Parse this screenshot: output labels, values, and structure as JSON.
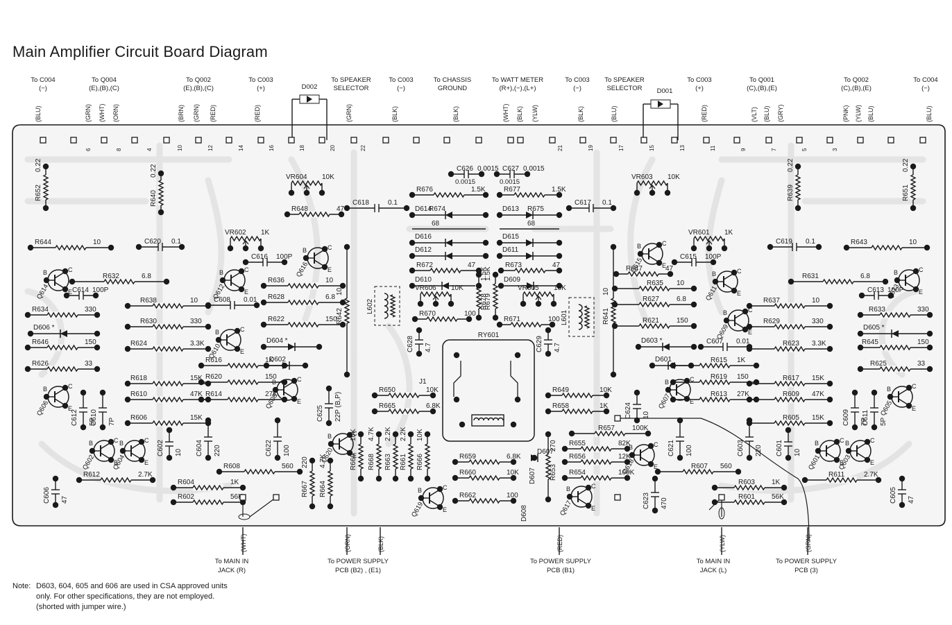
{
  "title": "Main Amplifier Circuit Board Diagram",
  "note": {
    "label": "Note:",
    "lines": [
      "D603, 604, 605 and 606 are used in CSA approved units",
      "only. For other specifications, they are not employed.",
      "(shorted with jumper wire.)"
    ]
  },
  "top_connections": [
    {
      "lines": [
        "To C004",
        "(−)"
      ],
      "wires": [
        "(BLU)"
      ]
    },
    {
      "lines": [
        "To Q004",
        "(E),(B),(C)"
      ],
      "wires": [
        "(GRN)",
        "(WHT)",
        "(ORN)"
      ]
    },
    {
      "lines": [
        "To Q002",
        "(E),(B),(C)"
      ],
      "wires": [
        "(BRN)",
        "(GRN)",
        "(RED)"
      ]
    },
    {
      "lines": [
        "To C003",
        "(+)"
      ],
      "wires": [
        "(RED)"
      ]
    },
    {
      "lines": [
        "D002"
      ],
      "wires": []
    },
    {
      "lines": [
        "To  SPEAKER",
        "SELECTOR"
      ],
      "wires": [
        "(GRN)"
      ]
    },
    {
      "lines": [
        "To C003",
        "(−)"
      ],
      "wires": [
        "(BLK)"
      ]
    },
    {
      "lines": [
        "To  CHASSIS",
        "GROUND"
      ],
      "wires": [
        "(BLK)"
      ]
    },
    {
      "lines": [
        "To  WATT METER",
        "(R+),(−),(L+)"
      ],
      "wires": [
        "(WHT)",
        "(BLK)",
        "(YLW)"
      ]
    },
    {
      "lines": [
        "To C003",
        "(−)"
      ],
      "wires": [
        "(BLK)"
      ]
    },
    {
      "lines": [
        "To SPEAKER",
        "SELECTOR"
      ],
      "wires": [
        "(BLU)"
      ]
    },
    {
      "lines": [
        "D001"
      ],
      "wires": []
    },
    {
      "lines": [
        "To C003",
        "(+)"
      ],
      "wires": [
        "(RED)"
      ]
    },
    {
      "lines": [
        "To Q001",
        "(C),(B),(E)"
      ],
      "wires": [
        "(VLT)",
        "(BLU)",
        "(GRY)"
      ]
    },
    {
      "lines": [
        "To Q002",
        "(C),(B),(E)"
      ],
      "wires": [
        "(PNK)",
        "(YLW)",
        "(BLU)"
      ]
    },
    {
      "lines": [
        "To C004",
        "(−)"
      ],
      "wires": [
        "(BLU)"
      ]
    }
  ],
  "bottom_connections": [
    {
      "wires": [
        "(WHT)"
      ],
      "lines": [
        "To  MAIN  IN",
        "JACK (R)"
      ]
    },
    {
      "wires": [
        "(ORN)",
        "(BLK)"
      ],
      "lines": [
        "To  POWER  SUPPLY",
        "PCB (B2) , (E1)"
      ]
    },
    {
      "wires": [
        "(RED)"
      ],
      "lines": [
        "To  POWER  SUPPLY",
        "PCB (B1)"
      ]
    },
    {
      "wires": [
        "(YLW)"
      ],
      "lines": [
        "To  MAIN  IN",
        "JACK (L)"
      ]
    },
    {
      "wires": [
        "(GRN)"
      ],
      "lines": [
        "To  POWER  SUPPLY",
        "PCB (3)"
      ]
    }
  ],
  "left_channel_labels": {
    "resistors": [
      {
        "ref": "R652",
        "value": "0.22"
      },
      {
        "ref": "R640",
        "value": "0.22"
      },
      {
        "ref": "R644",
        "value": "10"
      },
      {
        "ref": "R632",
        "value": "6.8"
      },
      {
        "ref": "R634",
        "value": "330"
      },
      {
        "ref": "R646",
        "value": "150"
      },
      {
        "ref": "R626",
        "value": "33"
      },
      {
        "ref": "R638",
        "value": "10"
      },
      {
        "ref": "R630",
        "value": "330"
      },
      {
        "ref": "R624",
        "value": "3.3K"
      },
      {
        "ref": "R618",
        "value": "15K"
      },
      {
        "ref": "R610",
        "value": "47K"
      },
      {
        "ref": "R606",
        "value": "15K"
      },
      {
        "ref": "R612",
        "value": "2.7K"
      },
      {
        "ref": "R648",
        "value": "47"
      },
      {
        "ref": "R636",
        "value": "10"
      },
      {
        "ref": "R628",
        "value": "6.8"
      },
      {
        "ref": "R622",
        "value": "150"
      },
      {
        "ref": "R616",
        "value": "1K"
      },
      {
        "ref": "R620",
        "value": "150"
      },
      {
        "ref": "R614",
        "value": "27K"
      },
      {
        "ref": "R608",
        "value": "560"
      },
      {
        "ref": "R604",
        "value": "1K"
      },
      {
        "ref": "R602",
        "value": "56K"
      },
      {
        "ref": "R642",
        "value": "10"
      }
    ],
    "capacitors": [
      {
        "ref": "C620",
        "value": "0.1"
      },
      {
        "ref": "C614",
        "value": "100P"
      },
      {
        "ref": "C616",
        "value": "100P"
      },
      {
        "ref": "C608",
        "value": "0.01"
      },
      {
        "ref": "C618",
        "value": "0.1"
      },
      {
        "ref": "C612",
        "value": "5P"
      },
      {
        "ref": "C610",
        "value": "7P"
      },
      {
        "ref": "C602",
        "value": "10"
      },
      {
        "ref": "C604",
        "value": "220"
      },
      {
        "ref": "C622",
        "value": "100"
      },
      {
        "ref": "C606",
        "value": "47"
      },
      {
        "ref": "C625",
        "value": "22P (B,P)"
      }
    ],
    "transistors": [
      "Q614",
      "Q612",
      "Q616",
      "Q610",
      "Q606",
      "Q602",
      "Q604",
      "Q608"
    ],
    "diodes": [
      "D606 *",
      "D604 *",
      "D602"
    ],
    "trimmers": [
      {
        "ref": "VR604",
        "value": "10K"
      },
      {
        "ref": "VR602",
        "value": "1K"
      }
    ],
    "coil": "L602"
  },
  "center_labels": {
    "capacitors": [
      {
        "ref": "C626",
        "value": "0.0015"
      },
      {
        "ref": "C627",
        "value": "0.0015"
      },
      {
        "ref": "C628",
        "value": "4.7"
      },
      {
        "ref": "C629",
        "value": "4.7"
      }
    ],
    "resistors": [
      {
        "ref": "R676",
        "value": "1.5K"
      },
      {
        "ref": "R677",
        "value": "1.5K"
      },
      {
        "ref": "R674",
        "value": "68"
      },
      {
        "ref": "R675",
        "value": "68"
      },
      {
        "ref": "R672",
        "value": "47"
      },
      {
        "ref": "R673",
        "value": "47"
      },
      {
        "ref": "R670",
        "value": "100"
      },
      {
        "ref": "R671",
        "value": "100"
      },
      {
        "ref": "R678",
        "value": "1.5K"
      },
      {
        "ref": "R679",
        "value": "1.5K"
      },
      {
        "ref": "R650",
        "value": "10K"
      },
      {
        "ref": "R665",
        "value": "6.8K"
      },
      {
        "ref": "R669",
        "value": "10K"
      },
      {
        "ref": "R668",
        "value": "4.7K"
      },
      {
        "ref": "R663",
        "value": "2.2K"
      },
      {
        "ref": "R661",
        "value": "2.2K"
      },
      {
        "ref": "R666",
        "value": "10K"
      },
      {
        "ref": "R667",
        "value": "220"
      },
      {
        "ref": "R664",
        "value": "4.7K"
      },
      {
        "ref": "R659",
        "value": "6.8K"
      },
      {
        "ref": "R660",
        "value": "10K"
      },
      {
        "ref": "R662",
        "value": "100"
      },
      {
        "ref": "R653",
        "value": "270"
      }
    ],
    "diodes": [
      "D614",
      "D613",
      "D616",
      "D615",
      "D612",
      "D611",
      "D610",
      "D609",
      "D607",
      "D608"
    ],
    "trimmers": [
      {
        "ref": "VR606",
        "value": "10K"
      },
      {
        "ref": "VR605",
        "value": "10K"
      }
    ],
    "relay": "RY601",
    "transistors": [
      "Q620",
      "Q619"
    ],
    "jumper": "J1"
  },
  "right_channel_labels": {
    "resistors": [
      {
        "ref": "R639",
        "value": "0.22"
      },
      {
        "ref": "R651",
        "value": "0.22"
      },
      {
        "ref": "R643",
        "value": "10"
      },
      {
        "ref": "R631",
        "value": "6.8"
      },
      {
        "ref": "R633",
        "value": "330"
      },
      {
        "ref": "R645",
        "value": "150"
      },
      {
        "ref": "R625",
        "value": "33"
      },
      {
        "ref": "R637",
        "value": "10"
      },
      {
        "ref": "R629",
        "value": "330"
      },
      {
        "ref": "R623",
        "value": "3.3K"
      },
      {
        "ref": "R617",
        "value": "15K"
      },
      {
        "ref": "R609",
        "value": "47K"
      },
      {
        "ref": "R605",
        "value": "15K"
      },
      {
        "ref": "R611",
        "value": "2.7K"
      },
      {
        "ref": "R647",
        "value": "47"
      },
      {
        "ref": "R635",
        "value": "10"
      },
      {
        "ref": "R627",
        "value": "6.8"
      },
      {
        "ref": "R621",
        "value": "150"
      },
      {
        "ref": "R615",
        "value": "1K"
      },
      {
        "ref": "R619",
        "value": "150"
      },
      {
        "ref": "R613",
        "value": "27K"
      },
      {
        "ref": "R607",
        "value": "560"
      },
      {
        "ref": "R603",
        "value": "1K"
      },
      {
        "ref": "R601",
        "value": "56K"
      },
      {
        "ref": "R641",
        "value": "10"
      },
      {
        "ref": "R649",
        "value": "10K"
      },
      {
        "ref": "R658",
        "value": "1K"
      },
      {
        "ref": "R657",
        "value": "100K"
      },
      {
        "ref": "R655",
        "value": "82K"
      },
      {
        "ref": "R656",
        "value": "12K"
      },
      {
        "ref": "R654",
        "value": "100K"
      }
    ],
    "capacitors": [
      {
        "ref": "C619",
        "value": "0.1"
      },
      {
        "ref": "C613",
        "value": "100P"
      },
      {
        "ref": "C615",
        "value": "100P"
      },
      {
        "ref": "C607",
        "value": "0.01"
      },
      {
        "ref": "C617",
        "value": "0.1"
      },
      {
        "ref": "C611",
        "value": "5P"
      },
      {
        "ref": "C609",
        "value": "7P"
      },
      {
        "ref": "C601",
        "value": "10"
      },
      {
        "ref": "C603",
        "value": "220"
      },
      {
        "ref": "C621",
        "value": "100"
      },
      {
        "ref": "C605",
        "value": "47"
      },
      {
        "ref": "C624",
        "value": "10"
      },
      {
        "ref": "C623",
        "value": "470"
      }
    ],
    "transistors": [
      "Q615",
      "Q611",
      "Q613",
      "Q609",
      "Q607",
      "Q605",
      "Q601",
      "Q603",
      "Q618",
      "Q617"
    ],
    "diodes": [
      "D605 *",
      "D603 *",
      "D601"
    ],
    "trimmers": [
      {
        "ref": "VR603",
        "value": "10K"
      },
      {
        "ref": "VR601",
        "value": "1K"
      }
    ],
    "coil": "L601"
  }
}
